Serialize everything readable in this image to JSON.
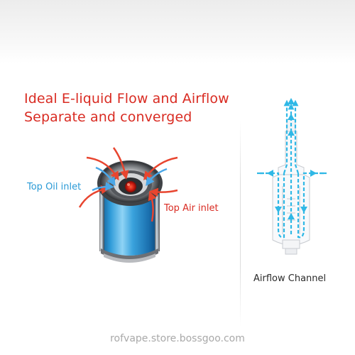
{
  "headline": {
    "line1": "Ideal E-liquid Flow and Airflow",
    "line2": "Separate and converged"
  },
  "labels": {
    "top_oil_inlet": "Top Oil inlet",
    "top_air_inlet": "Top Air inlet"
  },
  "diagram": {
    "caption": "Airflow Channel"
  },
  "watermark": "rofvape.store.bossgoo.com",
  "colors": {
    "headline_red": "#d92b22",
    "oil_label_blue": "#2a9ad6",
    "air_label_red": "#d92b22",
    "tank_blue": "#2b8fd0",
    "flow_arrow_cyan": "#2fb8e6",
    "red_arrow": "#e8452f",
    "blue_arrow": "#4aa7e8"
  }
}
